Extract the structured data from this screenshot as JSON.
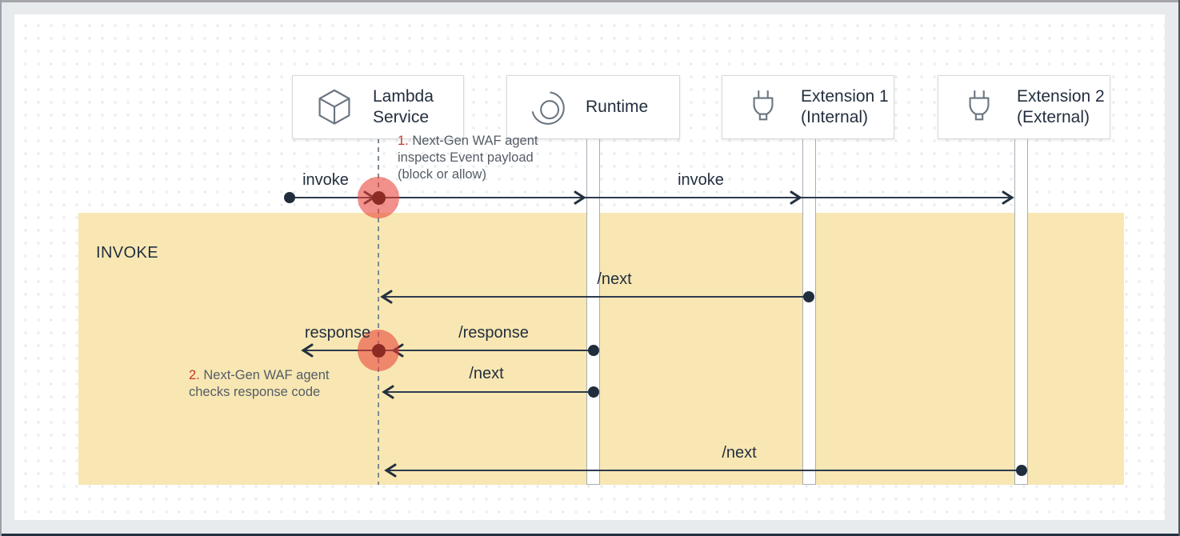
{
  "band": {
    "label": "INVOKE"
  },
  "actors": [
    {
      "line1": "Lambda",
      "line2": "Service"
    },
    {
      "line1": "Runtime"
    },
    {
      "line1": "Extension 1",
      "line2": "(Internal)"
    },
    {
      "line1": "Extension 2",
      "line2": "(External)"
    }
  ],
  "messages": {
    "invoke_left": "invoke",
    "invoke_mid": "invoke",
    "next_from_ext1": "/next",
    "response_out": "response",
    "response_from_runtime": "/response",
    "next_from_runtime": "/next",
    "next_from_ext2": "/next"
  },
  "notes": [
    {
      "num": "1.",
      "line1": "Next-Gen WAF agent",
      "line2": "inspects Event payload",
      "line3": "(block or allow)"
    },
    {
      "num": "2.",
      "line1": "Next-Gen WAF agent",
      "line2": "checks response code"
    }
  ],
  "colors": {
    "phase_band": "#f8e7b3",
    "intercept_circle": "#f2918b",
    "intercept_dot": "#8c2b24",
    "line_navy": "#2e3b4e",
    "text_navy": "#232f3e",
    "note_red": "#c7362c",
    "note_gray": "#545c66"
  }
}
